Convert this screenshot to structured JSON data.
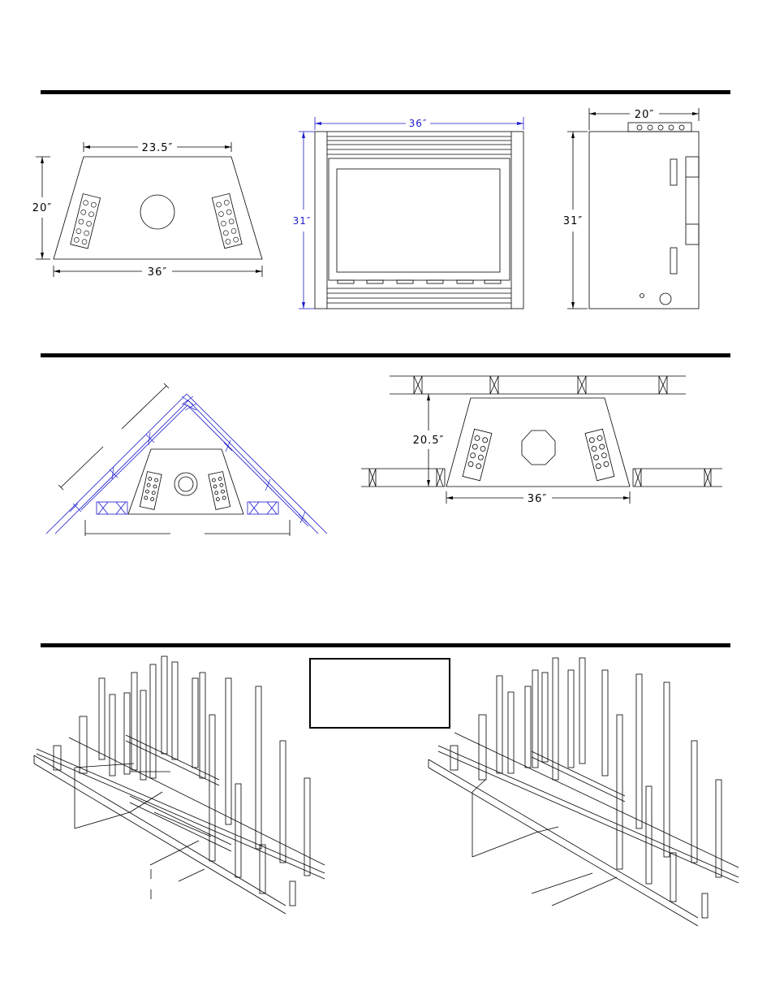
{
  "section1": {
    "top_view": {
      "top_width": "23.5″",
      "depth": "20″",
      "bottom_width": "36″"
    },
    "front_view": {
      "width": "36″",
      "height": "31″"
    },
    "side_view": {
      "depth": "20″",
      "height": "31″"
    }
  },
  "section2": {
    "flat_wall": {
      "depth": "20.5″",
      "width": "36″"
    }
  },
  "colors": {
    "line": "#000000",
    "blue": "#1a1acc"
  }
}
